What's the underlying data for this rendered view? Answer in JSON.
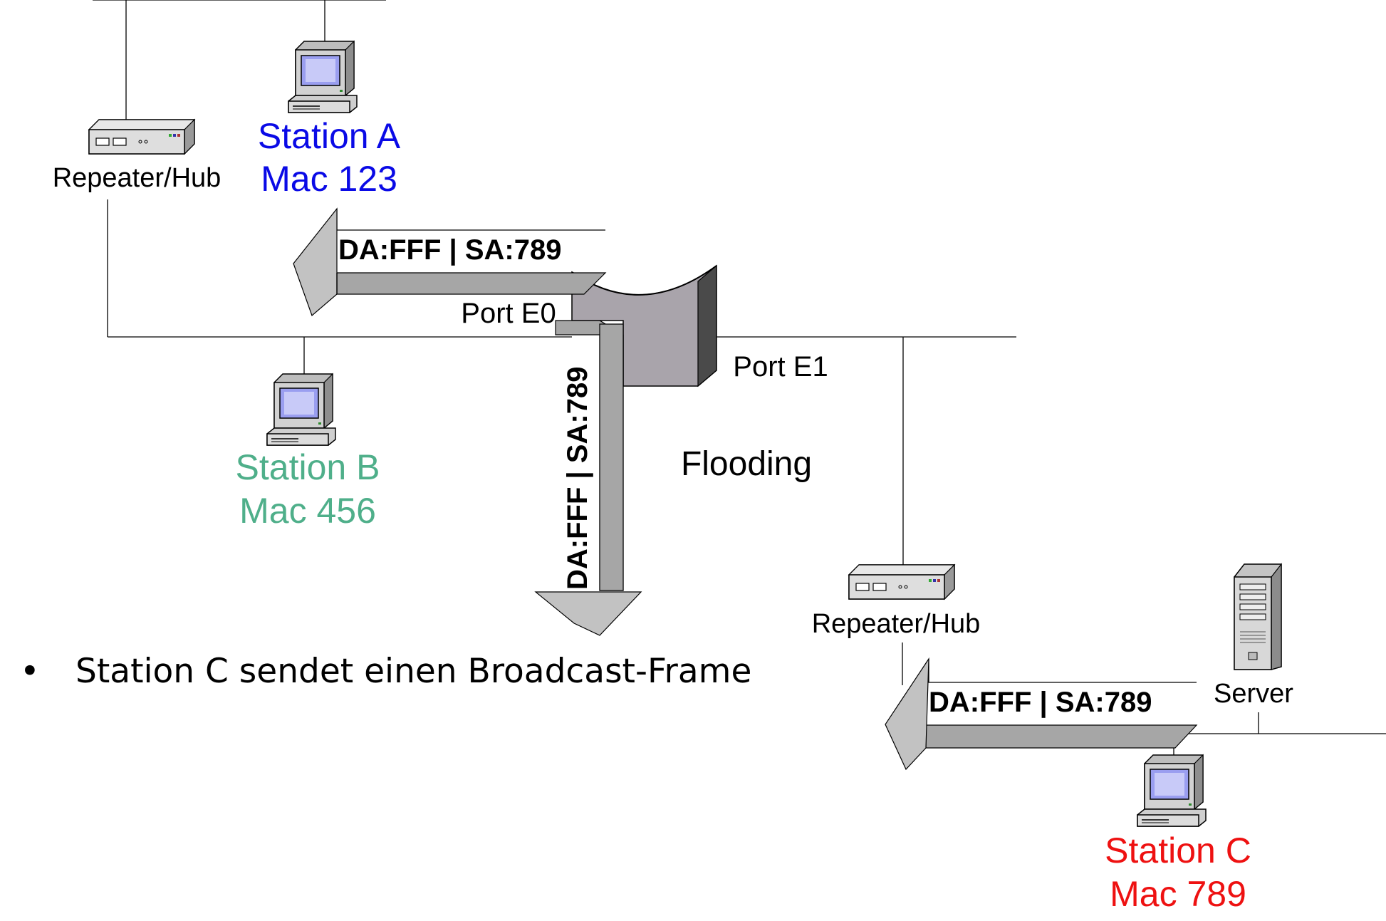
{
  "colors": {
    "station_a": "#0a0ae6",
    "station_b": "#4faf8a",
    "station_c": "#ee1111",
    "arrow_fill": "#a6a6a6",
    "switch_fill": "#a9a4ab"
  },
  "devices": {
    "hub_left_label": "Repeater/Hub",
    "hub_right_label": "Repeater/Hub",
    "server_label": "Server"
  },
  "stations": {
    "a": {
      "name": "Station A",
      "mac": "Mac 123"
    },
    "b": {
      "name": "Station B",
      "mac": "Mac 456"
    },
    "c": {
      "name": "Station C",
      "mac": "Mac 789"
    }
  },
  "switch": {
    "port_e0": "Port E0",
    "port_e1": "Port E1",
    "mode_label": "Flooding"
  },
  "frames": {
    "to_station_a": "DA:FFF | SA:789",
    "downward": "DA:FFF | SA:789",
    "from_station_c": "DA:FFF | SA:789"
  },
  "bullets": [
    "Station C sendet einen Broadcast-Frame"
  ]
}
